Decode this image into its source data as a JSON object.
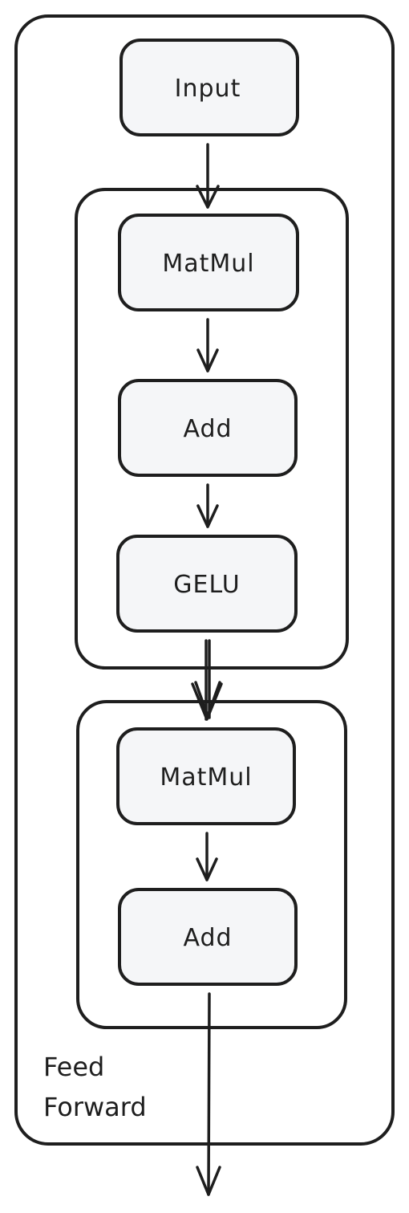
{
  "diagram": {
    "container_label_line1": "Feed",
    "container_label_line2": "Forward",
    "nodes": {
      "input": "Input",
      "matmul_1": "MatMul",
      "add_1": "Add",
      "gelu": "GELU",
      "matmul_2": "MatMul",
      "add_2": "Add"
    }
  }
}
